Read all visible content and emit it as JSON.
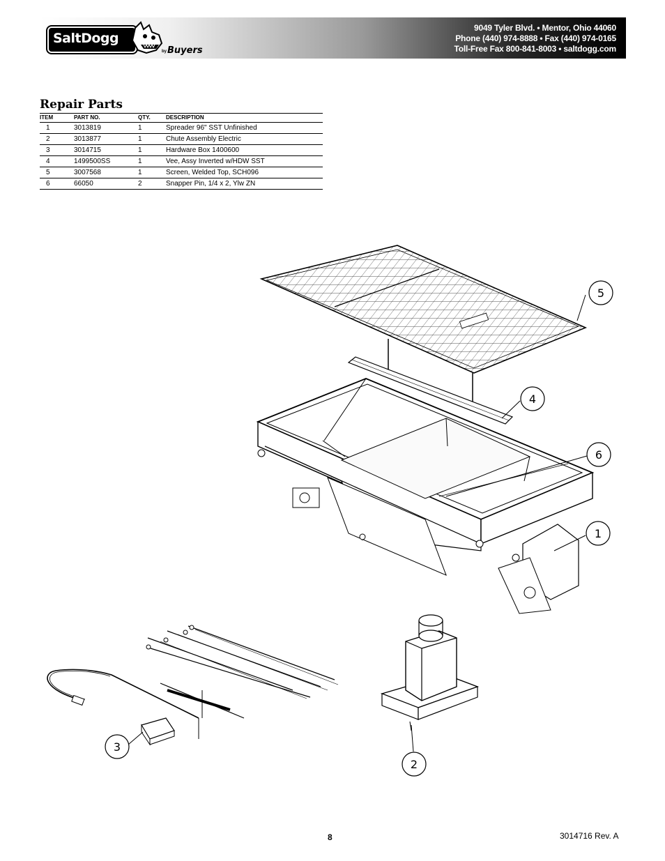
{
  "header": {
    "logo_text": "SaltDogg",
    "logo_by": "by",
    "logo_brand": "Buyers",
    "address_line": "9049 Tyler Blvd. • Mentor, Ohio 44060",
    "phone_line": "Phone (440) 974-8888 • Fax (440) 974-0165",
    "tollfree_line": "Toll-Free Fax 800-841-8003 • saltdogg.com"
  },
  "section_title": "Repair Parts",
  "table": {
    "headers": [
      "ITEM",
      "PART NO.",
      "QTY.",
      "DESCRIPTION"
    ],
    "rows": [
      {
        "item": "1",
        "part": "3013819",
        "qty": "1",
        "desc": "Spreader 96\" SST Unfinished"
      },
      {
        "item": "2",
        "part": "3013877",
        "qty": "1",
        "desc": "Chute Assembly Electric"
      },
      {
        "item": "3",
        "part": "3014715",
        "qty": "1",
        "desc": "Hardware Box 1400600"
      },
      {
        "item": "4",
        "part": "1499500SS",
        "qty": "1",
        "desc": "Vee, Assy Inverted w/HDW SST"
      },
      {
        "item": "5",
        "part": "3007568",
        "qty": "1",
        "desc": "Screen, Welded Top, SCH096"
      },
      {
        "item": "6",
        "part": "66050",
        "qty": "2",
        "desc": "Snapper Pin, 1/4 x 2, Ylw ZN"
      }
    ]
  },
  "callouts": {
    "c1": "1",
    "c2": "2",
    "c3": "3",
    "c4": "4",
    "c5": "5",
    "c6": "6"
  },
  "footer": {
    "page_number": "8",
    "doc_code": "3014716  Rev. A"
  }
}
